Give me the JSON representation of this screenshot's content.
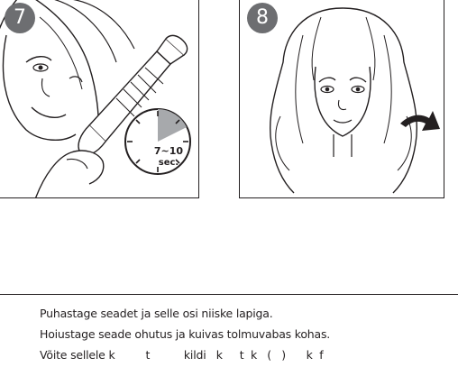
{
  "steps": [
    {
      "number": "7",
      "timer_value": "7~10",
      "timer_unit": "sec."
    },
    {
      "number": "8"
    }
  ],
  "instructions": [
    "Puhastage seadet ja selle osi niiske lapiga.",
    "Hoiustage seade ohutus ja kuivas tolmuvabas kohas.",
    "Võite sellele k         t          kildi   k     t  k   (   )      k  f   "
  ],
  "colors": {
    "line": "#231f20",
    "badge": "#6d6e71",
    "timer_fill": "#a7a9ac"
  }
}
